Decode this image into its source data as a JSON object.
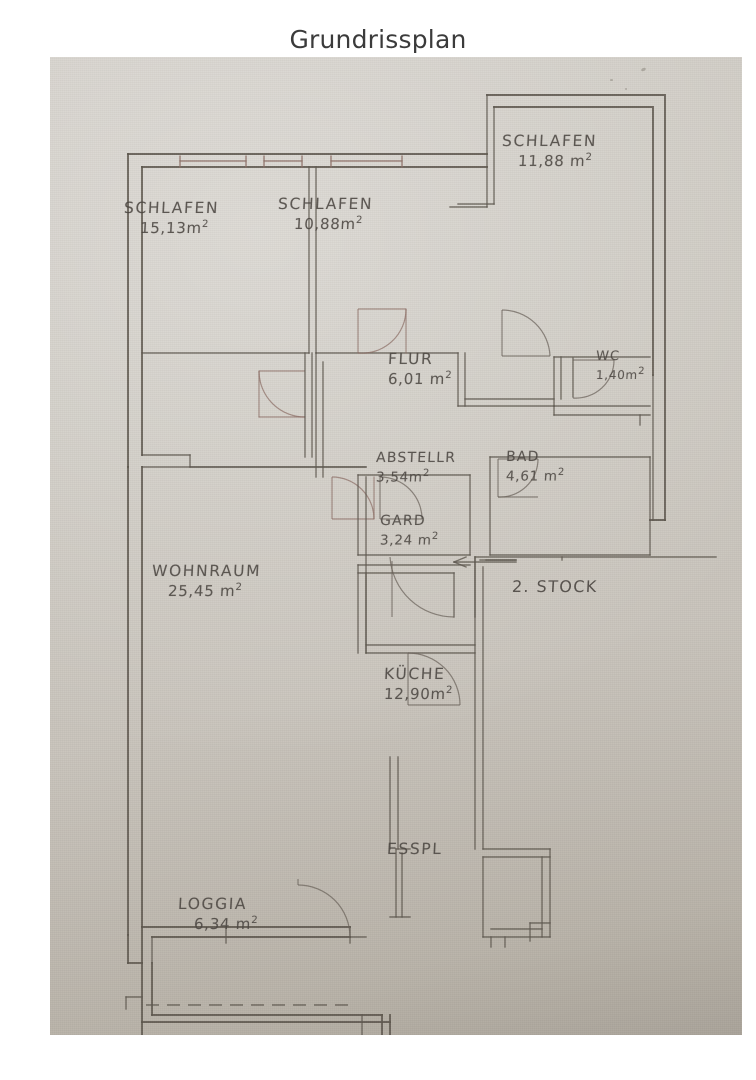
{
  "page": {
    "title": "Grundrissplan",
    "background_color": "#ffffff",
    "paper_color": "#cdc9c1",
    "ink_color": "#4b4641",
    "pencil_accent_color": "#8d6f66"
  },
  "floorplan": {
    "annotation": {
      "floor_label": "2. STOCK"
    },
    "rooms": [
      {
        "id": "schlafen-1",
        "name": "SCHLAFEN",
        "area": "15,13",
        "unit": "m",
        "exp": "2"
      },
      {
        "id": "schlafen-2",
        "name": "SCHLAFEN",
        "area": "10,88",
        "unit": "m",
        "exp": "2"
      },
      {
        "id": "schlafen-3",
        "name": "SCHLAFEN",
        "area": "11,88",
        "unit": "m",
        "exp": "2"
      },
      {
        "id": "flur",
        "name": "FLUR",
        "area": "6,01",
        "unit": "m",
        "exp": "2"
      },
      {
        "id": "wc",
        "name": "WC",
        "area": "1,40",
        "unit": "m",
        "exp": "2"
      },
      {
        "id": "abstell",
        "name": "ABSTELLR",
        "area": "3,54",
        "unit": "m",
        "exp": "2"
      },
      {
        "id": "bad",
        "name": "BAD",
        "area": "4,61",
        "unit": "m",
        "exp": "2"
      },
      {
        "id": "gard",
        "name": "GARD",
        "area": "3,24",
        "unit": "m",
        "exp": "2"
      },
      {
        "id": "wohnraum",
        "name": "WOHNRAUM",
        "area": "25,45",
        "unit": "m",
        "exp": "2"
      },
      {
        "id": "kueche",
        "name": "KÜCHE",
        "area": "12,90",
        "unit": "m",
        "exp": "2"
      },
      {
        "id": "esspl",
        "name": "ESSPL",
        "area": "",
        "unit": "",
        "exp": ""
      },
      {
        "id": "loggia",
        "name": "LOGGIA",
        "area": "6,34",
        "unit": "m",
        "exp": "2"
      }
    ]
  }
}
